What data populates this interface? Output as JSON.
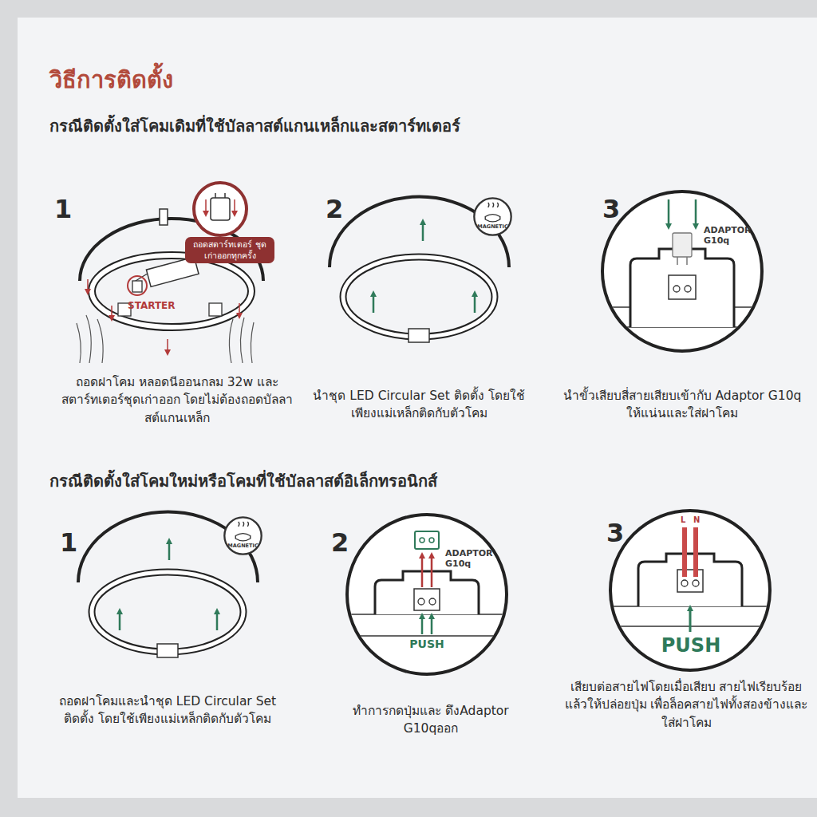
{
  "diagram": {
    "title": "วิธีการติดตั้ง",
    "nodes": [
      {
        "text": [
          "ถอดสตาร์ทเตอร์ ชุดเก่าออกทุกครั้ง"
        ]
      },
      {
        "text": [
          "MAGNETIC"
        ]
      },
      {
        "text": [
          "MAGNETIC"
        ]
      }
    ],
    "labels": [
      "กรณีติดตั้งใส่โคมเดิมที่ใช้บัลลาสต์แกนเหล็กและสตาร์ทเตอร์",
      "1",
      "STARTER",
      "ถอดฝาโคม หลอดนีออนกลม 32w และ สตาร์ทเตอร์ชุดเก่าออก โดยไม่ต้องถอดบัลลาสต์แกนเหล็ก",
      "2",
      "นำชุด LED Circular Set ติดตั้ง โดยใช้เพียงแม่เหล็กติดกับตัวโคม",
      "3",
      "ADAPTOR G10q",
      "นำขั้วเสียบสี่สายเสียบเข้ากับ Adaptor G10q ให้แน่นและใส่ฝาโคม",
      "กรณีติดตั้งใส่โคมใหม่หรือโคมที่ใช้บัลลาสต์อิเล็กทรอนิกส์",
      "1",
      "ถอดฝาโคมและนำชุด LED Circular Set ติดตั้ง โดยใช้เพียงแม่เหล็กติดกับตัวโคม",
      "2",
      "ADAPTOR G10q",
      "PUSH",
      "ทำการกดปุ่มและ ดึงAdaptor G10qออก",
      "3",
      "L",
      "N",
      "PUSH",
      "เสียบต่อสายไฟโดยเมื่อเสียบ สายไฟเรียบร้อยแล้วให้ปล่อยปุ่ม เพื่อล็อคสายไฟทั้งสองข้างและใส่ฝาโคม"
    ]
  }
}
